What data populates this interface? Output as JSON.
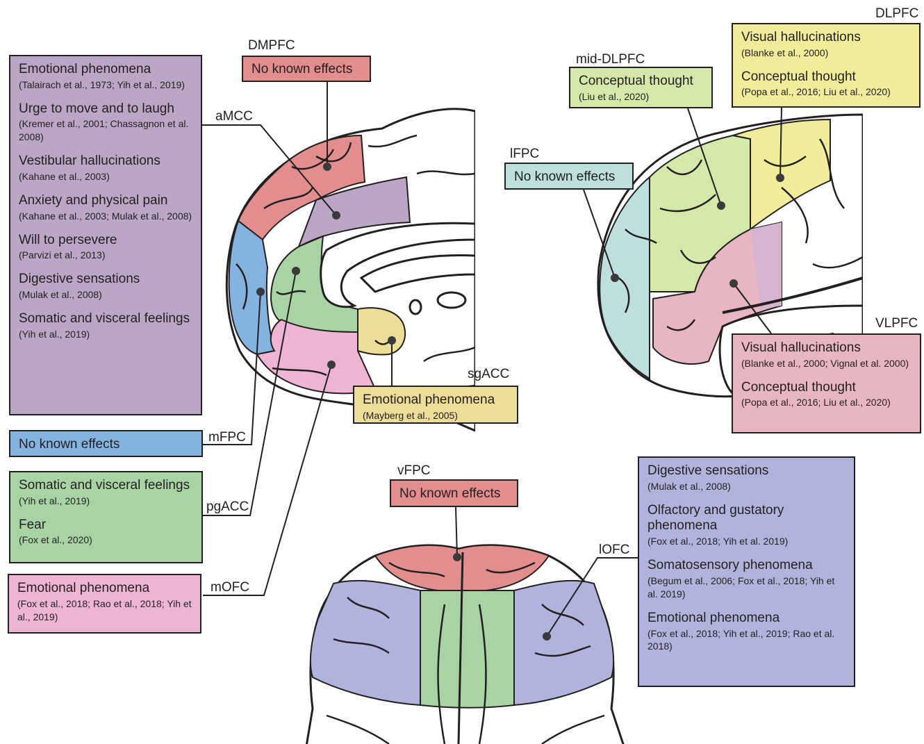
{
  "colors": {
    "outline": "#231f20",
    "red": "#e38e8e",
    "purple": "#bba6c6",
    "blue": "#85b3df",
    "green": "#a8d3a4",
    "pink": "#eeb4d4",
    "yellow": "#ecdd97",
    "teal": "#bde0de",
    "lime": "#d4e8a9",
    "lightyellow": "#f1ec9a",
    "rose": "#e8b5c3",
    "lavender": "#b0b4dc"
  },
  "labels": {
    "dmpfc": "DMPFC",
    "amcc": "aMCC",
    "mfpc": "mFPC",
    "pgacc": "pgACC",
    "mofc": "mOFC",
    "sgacc": "sgACC",
    "mid_dlpfc": "mid-DLPFC",
    "dlpfc": "DLPFC",
    "lfpc": "lFPC",
    "vlpfc": "VLPFC",
    "vfpc": "vFPC",
    "lofc": "lOFC"
  },
  "boxes": {
    "dmpfc": "No known effects",
    "amcc": [
      {
        "title": "Emotional phenomena",
        "cite": "(Talairach et al., 1973; Yih et al., 2019)"
      },
      {
        "title": "Urge to move and to laugh",
        "cite": "(Kremer et al., 2001; Chassagnon et al. 2008)"
      },
      {
        "title": "Vestibular hallucinations",
        "cite": "(Kahane et al., 2003)"
      },
      {
        "title": "Anxiety and physical pain",
        "cite": "(Kahane et al., 2003;  Mulak et al., 2008)"
      },
      {
        "title": "Will to persevere",
        "cite": "(Parvizi et al., 2013)"
      },
      {
        "title": "Digestive sensations",
        "cite": "(Mulak et al., 2008)"
      },
      {
        "title": "Somatic and visceral feelings",
        "cite": "(Yih et al., 2019)"
      }
    ],
    "mfpc": "No known effects",
    "pgacc": [
      {
        "title": "Somatic and visceral feelings",
        "cite": "(Yih et al., 2019)"
      },
      {
        "title": "Fear",
        "cite": "(Fox et al., 2020)"
      }
    ],
    "mofc": [
      {
        "title": "Emotional phenomena",
        "cite": "(Fox et al., 2018; Rao et al., 2018; Yih et al., 2019)"
      }
    ],
    "sgacc": [
      {
        "title": "Emotional phenomena",
        "cite": "(Mayberg et al., 2005)"
      }
    ],
    "mid_dlpfc": [
      {
        "title": "Conceptual thought",
        "cite": "(Liu et al., 2020)"
      }
    ],
    "dlpfc": [
      {
        "title": "Visual hallucinations",
        "cite": "(Blanke et al., 2000)"
      },
      {
        "title": "Conceptual thought",
        "cite": "(Popa et al., 2016; Liu et al., 2020)"
      }
    ],
    "lfpc": "No known effects",
    "vlpfc": [
      {
        "title": "Visual hallucinations",
        "cite": "(Blanke et al., 2000; Vignal et al. 2000)"
      },
      {
        "title": "Conceptual thought",
        "cite": "(Popa et al., 2016; Liu et al., 2020)"
      }
    ],
    "vfpc": "No known effects",
    "lofc": [
      {
        "title": "Digestive sensations",
        "cite": "(Mulak et al., 2008)"
      },
      {
        "title": "Olfactory and gustatory phenomena",
        "cite": "(Fox et al., 2018; Yih et al. 2019)"
      },
      {
        "title": "Somatosensory phenomena",
        "cite": "(Begum et al., 2006; Fox et al., 2018; Yih et al. 2019)"
      },
      {
        "title": "Emotional phenomena",
        "cite": "(Fox et al., 2018; Yih et al., 2019; Rao et al. 2018)"
      }
    ]
  }
}
